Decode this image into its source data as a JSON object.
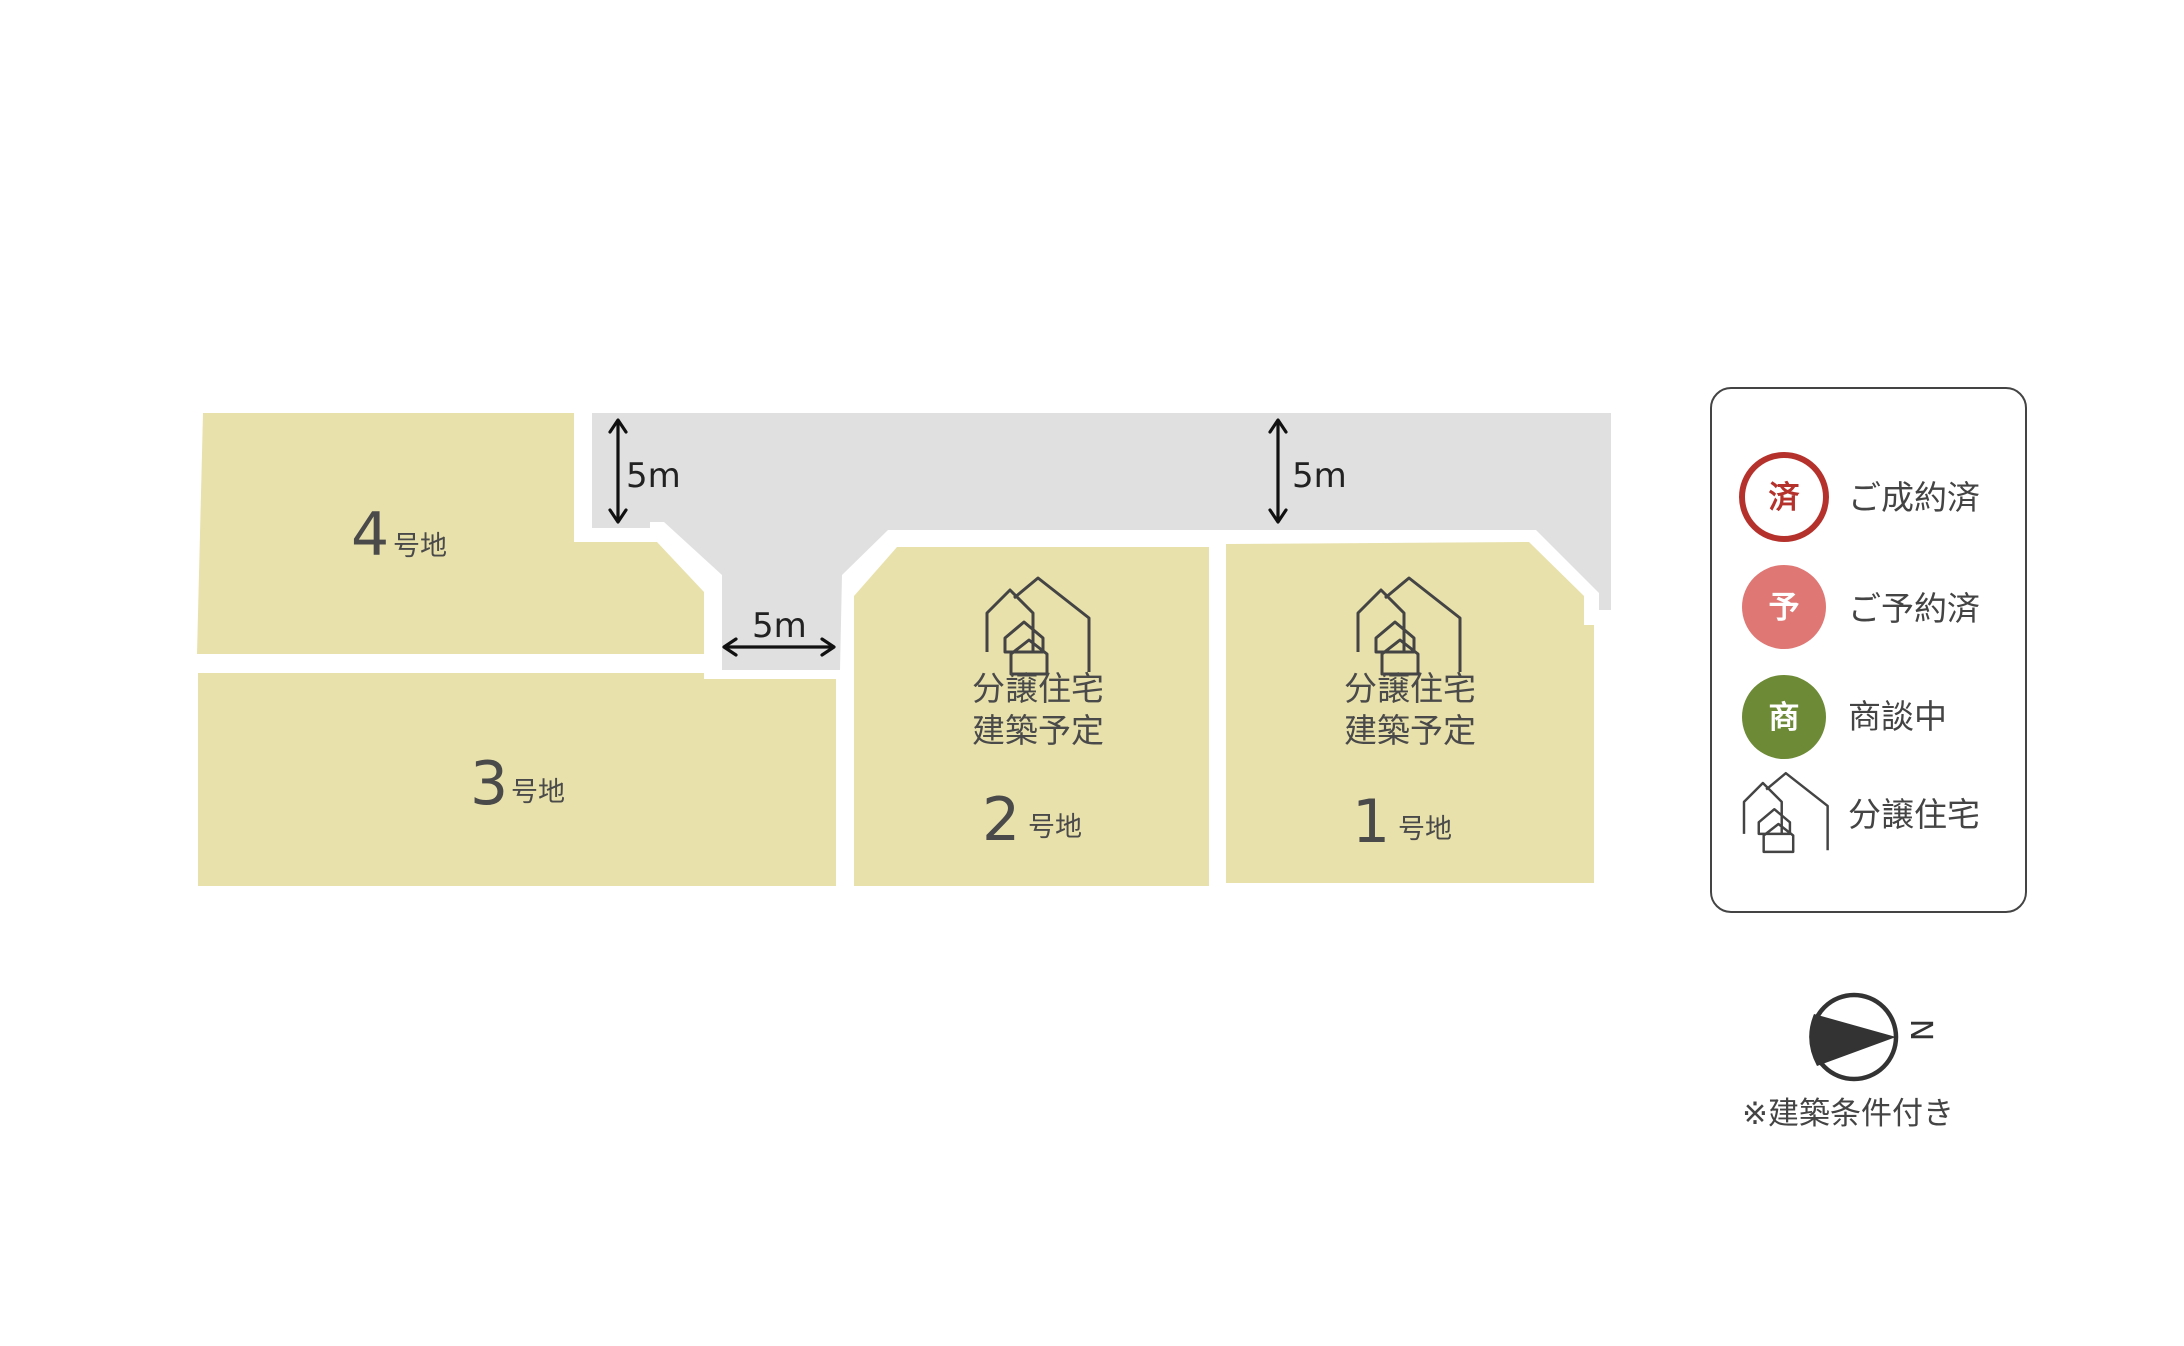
{
  "colors": {
    "lot_fill": "#e8e1ab",
    "road_fill": "#e0e0e0",
    "contracted_ring": "#b5322c",
    "contracted_text": "#b5322c",
    "reserved_fill": "#df7774",
    "negotiating_fill": "#6d8a36",
    "line": "#444444"
  },
  "lots": [
    {
      "id": "lot-4",
      "number": "4",
      "suffix": "号地"
    },
    {
      "id": "lot-3",
      "number": "3",
      "suffix": "号地"
    },
    {
      "id": "lot-2",
      "number": "2",
      "suffix": "号地",
      "note_line1": "分譲住宅",
      "note_line2": "建築予定"
    },
    {
      "id": "lot-1",
      "number": "1",
      "suffix": "号地",
      "note_line1": "分譲住宅",
      "note_line2": "建築予定"
    }
  ],
  "dimensions": [
    {
      "id": "road-width-left",
      "label": "5m"
    },
    {
      "id": "road-width-right",
      "label": "5m"
    },
    {
      "id": "road-width-lower",
      "label": "5m"
    }
  ],
  "legend": {
    "items": [
      {
        "id": "contracted",
        "badge": "済",
        "label": "ご成約済"
      },
      {
        "id": "reserved",
        "badge": "予",
        "label": "ご予約済"
      },
      {
        "id": "negotiating",
        "badge": "商",
        "label": "商談中"
      },
      {
        "id": "house",
        "icon": "house-icon",
        "label": "分譲住宅"
      }
    ]
  },
  "compass": {
    "letter": "N",
    "icon": "north-arrow-icon"
  },
  "footnote": "※建築条件付き"
}
